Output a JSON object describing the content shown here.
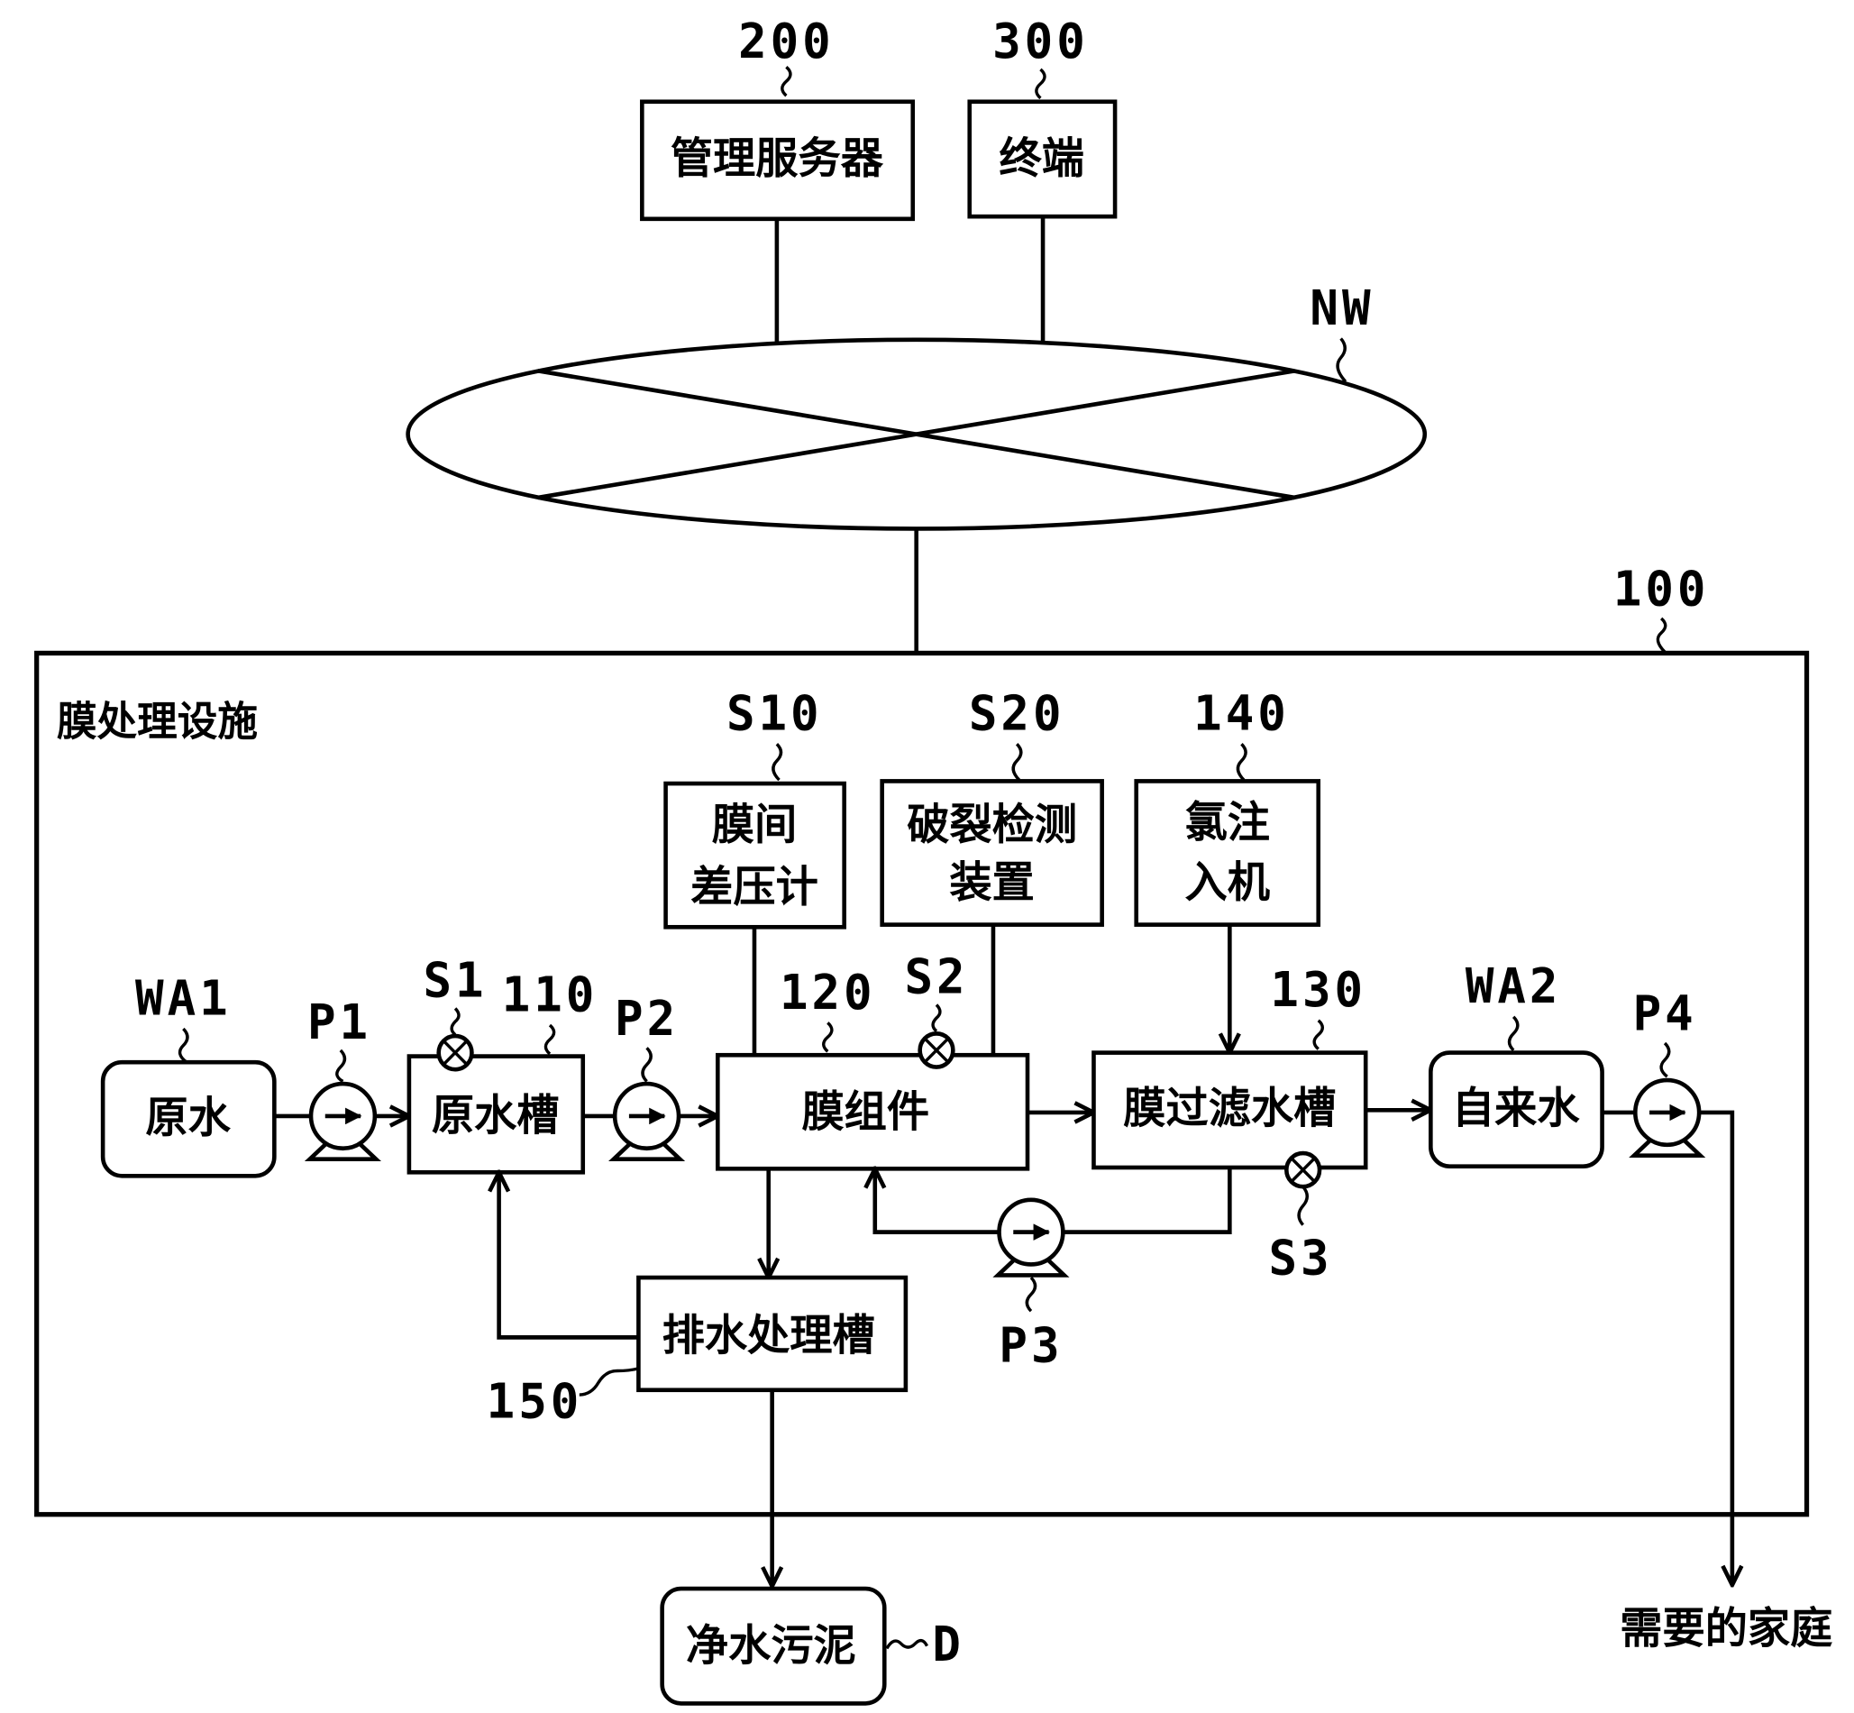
{
  "management_server": {
    "ref": "200",
    "label": "管理服务器"
  },
  "terminal": {
    "ref": "300",
    "label": "终端"
  },
  "network": {
    "ref": "NW"
  },
  "facility": {
    "ref": "100",
    "title": "膜处理设施"
  },
  "tmp_gauge": {
    "ref": "S10",
    "line1": "膜间",
    "line2": "差压计"
  },
  "breakage_detector": {
    "ref": "S20",
    "line1": "破裂检测",
    "line2": "装置"
  },
  "chlorinator": {
    "ref": "140",
    "line1": "氯注",
    "line2": "入机"
  },
  "raw_water": {
    "ref": "WA1",
    "label": "原水"
  },
  "raw_water_tank": {
    "ref": "110",
    "label": "原水槽"
  },
  "membrane_module": {
    "ref": "120",
    "label": "膜组件"
  },
  "filtered_water_tank": {
    "ref": "130",
    "label": "膜过滤水槽"
  },
  "tap_water": {
    "ref": "WA2",
    "label": "自来水"
  },
  "drainage_tank": {
    "ref": "150",
    "label": "排水处理槽"
  },
  "sludge": {
    "ref": "D",
    "label": "净水污泥"
  },
  "destination": {
    "label": "需要的家庭"
  },
  "pumps": {
    "p1": "P1",
    "p2": "P2",
    "p3": "P3",
    "p4": "P4"
  },
  "sensors": {
    "s1": "S1",
    "s2": "S2",
    "s3": "S3"
  },
  "colors": {
    "line": "#000000",
    "background": "#ffffff"
  }
}
